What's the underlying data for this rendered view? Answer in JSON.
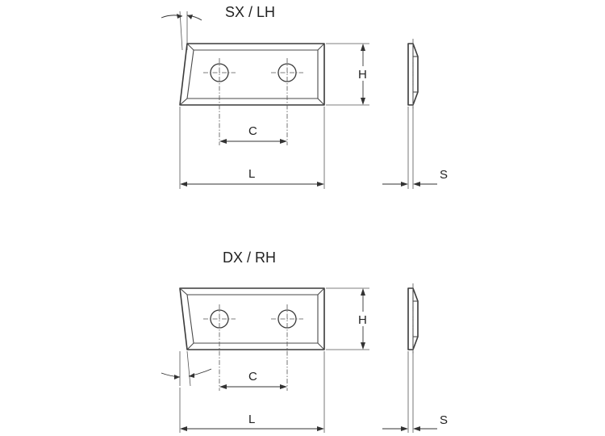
{
  "views": [
    {
      "title": "SX / LH",
      "labels": {
        "height": "H",
        "center_distance": "C",
        "length": "L",
        "thickness": "S"
      }
    },
    {
      "title": "DX / RH",
      "labels": {
        "height": "H",
        "center_distance": "C",
        "length": "L",
        "thickness": "S"
      }
    }
  ]
}
